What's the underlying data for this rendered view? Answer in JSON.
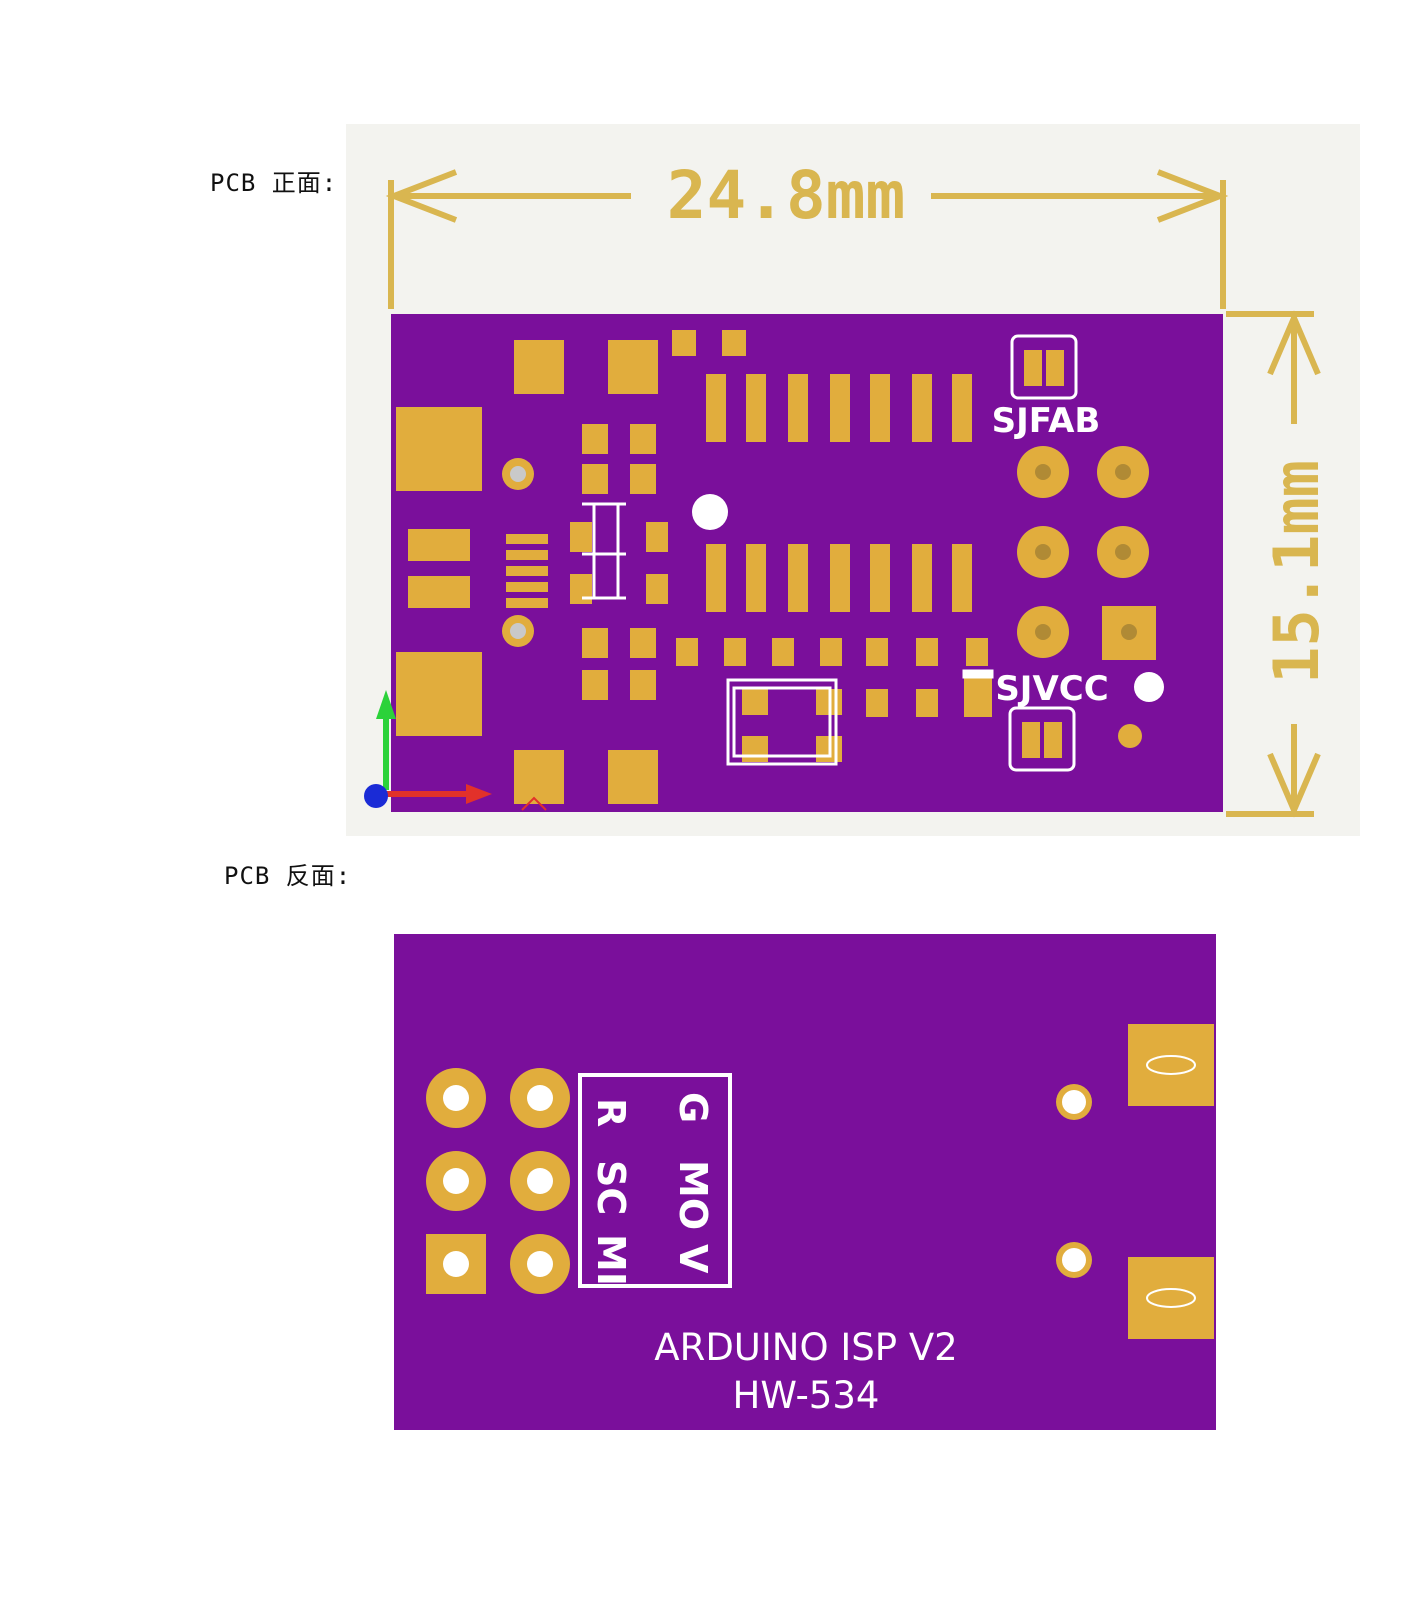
{
  "captions": {
    "front": "PCB 正面:",
    "back": "PCB 反面:"
  },
  "front_view": {
    "width_dimension": "24.8mm",
    "height_dimension": "15.1mm",
    "jumper_labels": {
      "top": "SJFAB",
      "bottom": "SJVCC"
    }
  },
  "back_view": {
    "header_labels": {
      "left_column": [
        "R",
        "SC",
        "MI"
      ],
      "right_column": [
        "G",
        "MO",
        "V"
      ]
    },
    "board_name": "ARDUINO ISP V2",
    "model": "HW-534"
  },
  "colors": {
    "board": "#7a0f9b",
    "pad": "#e1ad3d",
    "dimension": "#d9b650",
    "silkscreen": "#ffffff"
  }
}
